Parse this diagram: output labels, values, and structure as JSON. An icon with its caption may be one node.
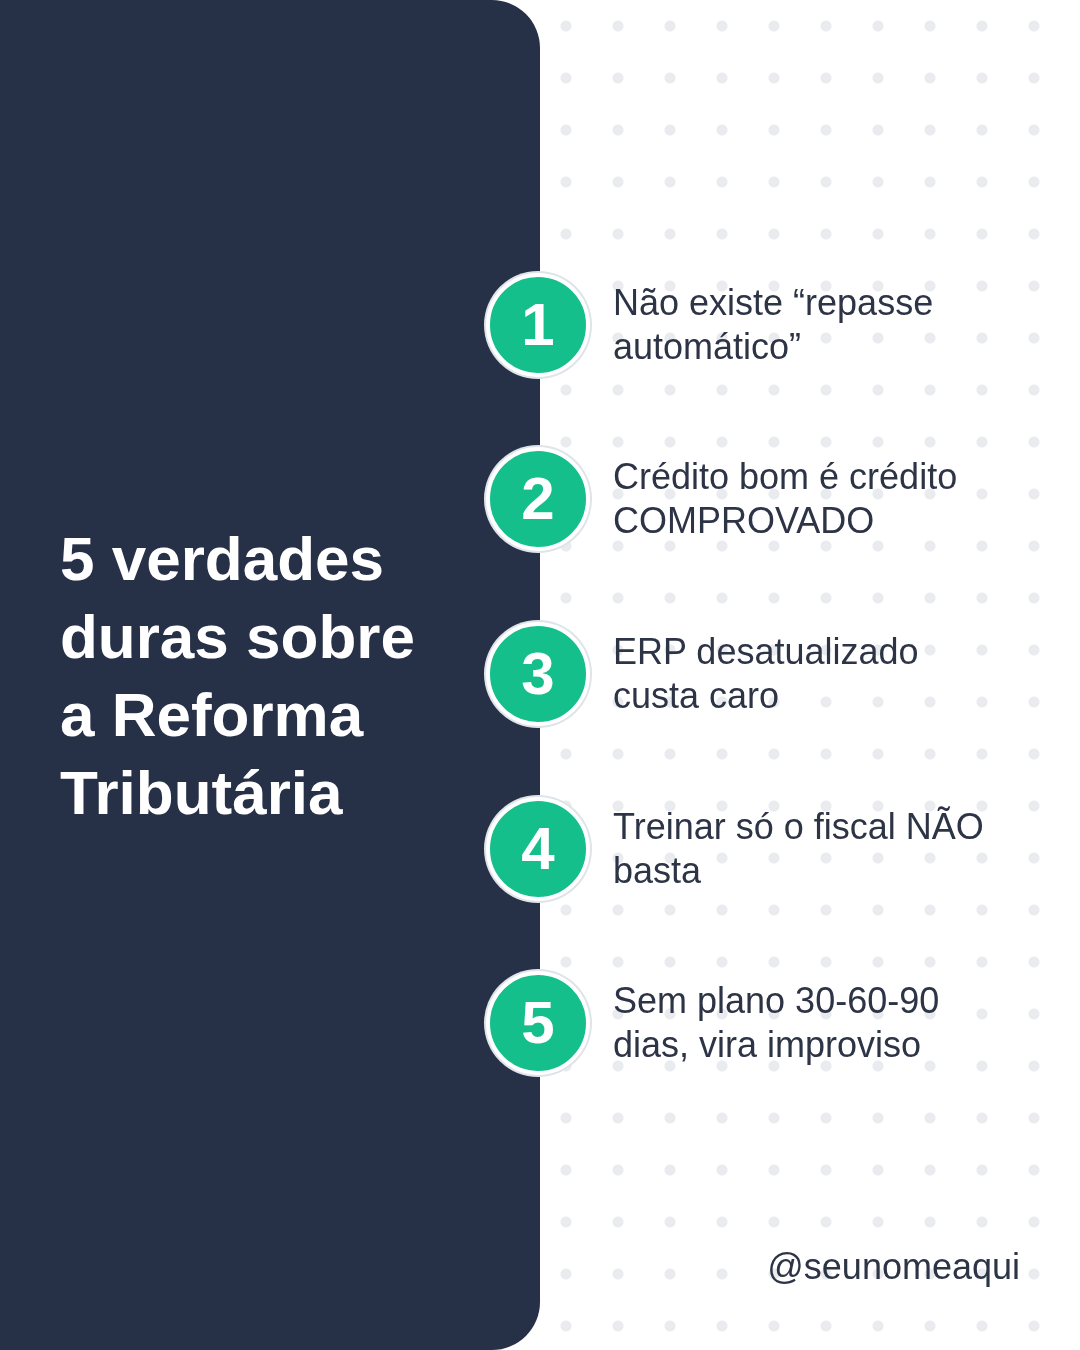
{
  "diagram": {
    "title": "5 verdades duras sobre a Reforma Tributária",
    "nodes": [
      {
        "text": [
          "1"
        ],
        "beside": [
          "Não existe “repasse automático”"
        ]
      },
      {
        "text": [
          "2"
        ],
        "beside": [
          "Crédito bom é crédito COMPROVADO"
        ]
      },
      {
        "text": [
          "3"
        ],
        "beside": [
          "ERP desatualizado custa caro"
        ]
      },
      {
        "text": [
          "4"
        ],
        "beside": [
          "Treinar só o fiscal NÃO basta"
        ]
      },
      {
        "text": [
          "5"
        ],
        "beside": [
          "Sem plano 30-60-90 dias, vira improviso"
        ]
      }
    ],
    "labels": [
      "@seunomeaqui"
    ]
  }
}
